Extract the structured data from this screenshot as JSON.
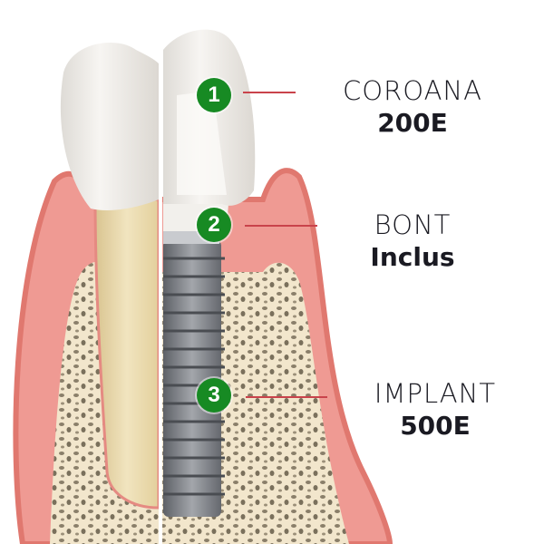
{
  "diagram": {
    "subject": "dental implant vs natural tooth cross-section",
    "colors": {
      "badge": "#178a23",
      "leader_line": "#c9434b",
      "gum": "#ef9a93",
      "gum_dark": "#e0786f",
      "bone": "#f2e6cc",
      "root": "#e6d3a3",
      "crown": "#ece9e4",
      "implant": "#7c7f85",
      "text": "#1a1a22"
    },
    "callouts": [
      {
        "number": "1",
        "name": "COROANA",
        "price": "200E"
      },
      {
        "number": "2",
        "name": "BONT",
        "price": "Inclus"
      },
      {
        "number": "3",
        "name": "IMPLANT",
        "price": "500E"
      }
    ]
  }
}
